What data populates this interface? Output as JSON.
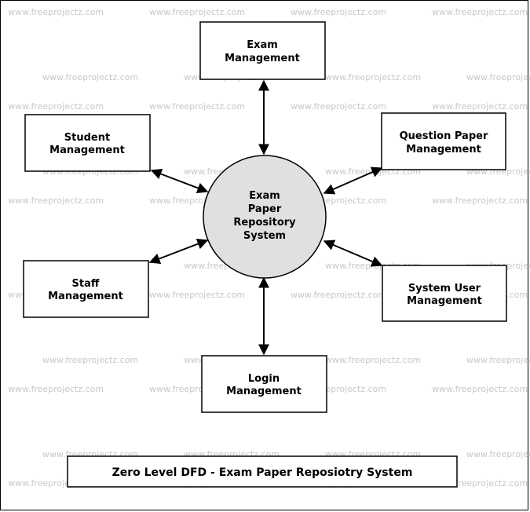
{
  "watermark": "www.freeprojectz.com",
  "center_process": {
    "lines": [
      "Exam",
      "Paper",
      "Repository",
      "System"
    ]
  },
  "entities": {
    "exam": {
      "lines": [
        "Exam",
        "Management"
      ]
    },
    "student": {
      "lines": [
        "Student",
        "Management"
      ]
    },
    "question_paper": {
      "lines": [
        "Question Paper",
        "Management"
      ]
    },
    "staff": {
      "lines": [
        "Staff",
        "Management"
      ]
    },
    "system_user": {
      "lines": [
        "System User",
        "Management"
      ]
    },
    "login": {
      "lines": [
        "Login",
        "Management"
      ]
    }
  },
  "caption": "Zero Level DFD - Exam Paper Reposiotry System",
  "colors": {
    "process_fill": "#e0e0e0",
    "stroke": "#000000",
    "watermark": "#c8c8c8"
  }
}
